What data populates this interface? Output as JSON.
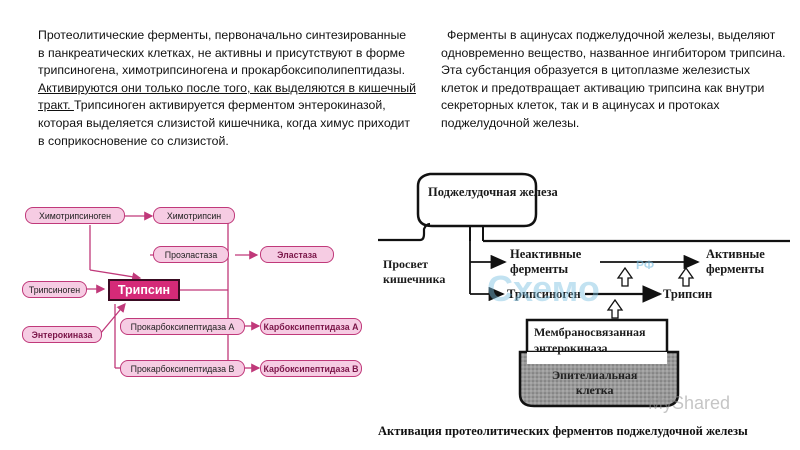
{
  "left_paragraph": {
    "text_before": "Протеолитические ферменты, первоначально синтезированные в панкреатических клетках, не активны и присутствуют в форме трипсиногена, химотрипсиногена и прокарбоксиполипептидазы. ",
    "text_underlined": "Активируются они только после того, как выделяются в кишечный тракт. ",
    "text_after": "Трипсиноген активируется ферментом энтерокиназой, которая выделяется слизистой кишечника, когда химус приходит в соприкосновение со слизистой."
  },
  "right_paragraph": {
    "text": "Ферменты в ацинусах поджелудочной железы, выделяют одновременно вещество, названное ингибитором трипсина. Эта субстанция образуется в цитоплазме железистых клеток и предотвращает активацию трипсина как внутри секреторных клеток, так и в ацинусах и протоках поджелудочной железы."
  },
  "flow_diagram": {
    "nodes": {
      "chymotrypsinogen": "Химотрипсиноген",
      "chymotrypsin": "Химотрипсин",
      "trypsinogen": "Трипсиноген",
      "trypsin": "Трипсин",
      "enterokinase": "Энтерокиназа",
      "proelastase": "Проэластаза",
      "elastase": "Эластаза",
      "procarboxypeptidase_a": "Прокарбоксипептидаза А",
      "carboxypeptidase_a": "Карбоксипептидаза А",
      "procarboxypeptidase_b": "Прокарбоксипептидаза В",
      "carboxypeptidase_b": "Карбоксипептидаза В"
    },
    "colors": {
      "box_fill": "#f6cce3",
      "box_border": "#c0397a",
      "trypsin_fill": "#d52a78",
      "arrow": "#c0397a"
    }
  },
  "scheme": {
    "pancreas": "Поджелудочная железа",
    "lumen_line1": "Просвет",
    "lumen_line2": "кишечника",
    "inactive_line1": "Неактивные",
    "inactive_line2": "ферменты",
    "active_line1": "Активные",
    "active_line2": "ферменты",
    "trypsinogen": "Трипсиноген",
    "trypsin": "Трипсин",
    "membrane_line1": "Мембраносвязанная",
    "membrane_line2": "энтерокиназа",
    "epithelial_line1": "Эпителиальная",
    "epithelial_line2": "клетка",
    "caption": "Активация протеолитических ферментов поджелудочной железы"
  },
  "watermarks": {
    "schema_logo": "Схемо",
    "schema_suffix": "РФ",
    "myshared": "MyShared"
  }
}
